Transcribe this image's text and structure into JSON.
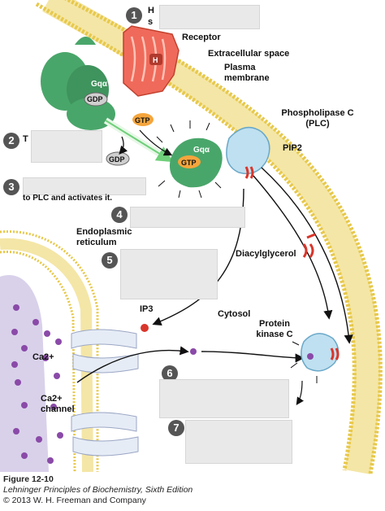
{
  "labels": {
    "hormone_partial": "H",
    "hormone_partial2": "s",
    "receptor": "Receptor",
    "hormone": "H",
    "extracellular_space": "Extracellular space",
    "plasma_membrane_1": "Plasma",
    "plasma_membrane_2": "membrane",
    "g_protein": "Gqα",
    "g_protein_active": "Gqα",
    "gdp": "GDP",
    "gdp_released": "GDP",
    "gtp": "GTP",
    "gtp_bound": "GTP",
    "plc_1": "Phospholipase C",
    "plc_2": "(PLC)",
    "pip2": "PIP2",
    "er_1": "Endoplasmic",
    "er_2": "reticulum",
    "dag": "Diacylglycerol",
    "ip3": "IP3",
    "cytosol": "Cytosol",
    "pkc_1": "Protein",
    "pkc_2": "kinase C",
    "ca": "Ca2+",
    "ca_channel_1": "Ca2+",
    "ca_channel_2": "channel",
    "step2_fragment": "T",
    "step3_fragment": "to PLC and activates it."
  },
  "steps": [
    "1",
    "2",
    "3",
    "4",
    "5",
    "6",
    "7"
  ],
  "caption": {
    "figure": "Figure 12-10",
    "book": "Lehninger Principles of Biochemistry, Sixth Edition",
    "copyright": "© 2013 W. H. Freeman and Company"
  },
  "colors": {
    "membrane_head": "#e7c84a",
    "membrane_tail": "#f4e6a6",
    "g_protein": "#49a66a",
    "receptor": "#ef6a5a",
    "plc": "#bfe0f0",
    "er_lumen": "#d9d1ea",
    "calcium": "#8a4aa8",
    "step_circle": "#555555",
    "blank_box": "#e9e9e9"
  }
}
